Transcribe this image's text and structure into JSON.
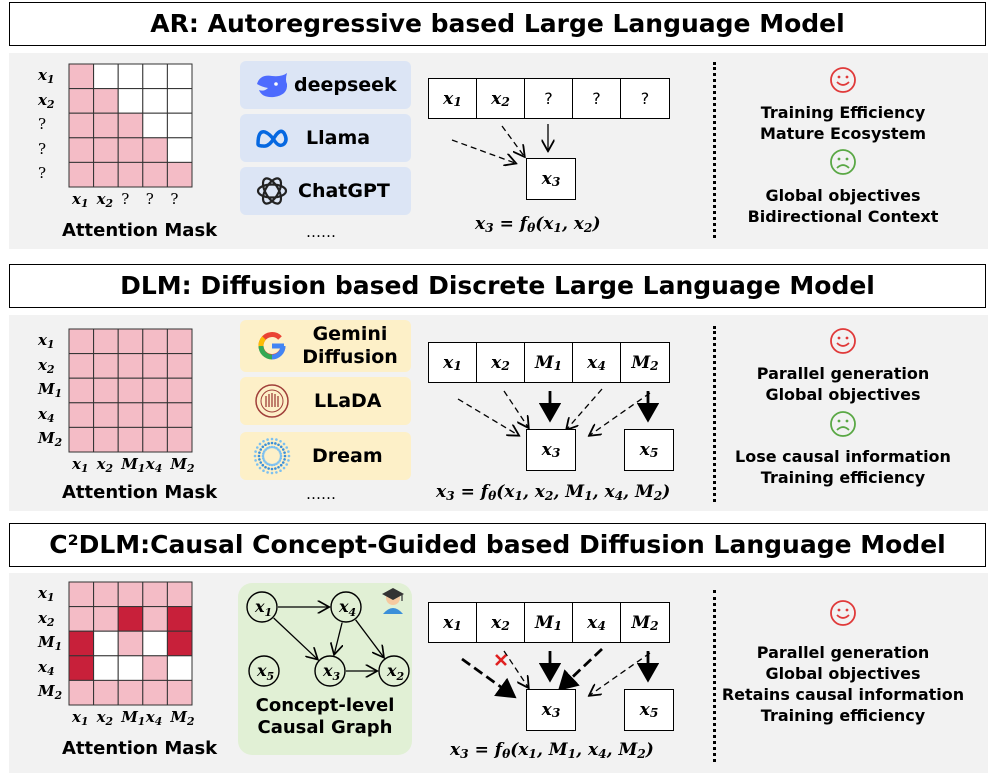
{
  "sections": [
    {
      "title": "AR: Autoregressive based Large Language Model",
      "mask_caption": "Attention Mask",
      "row_labels": [
        "x1",
        "x2",
        "?",
        "?",
        "?"
      ],
      "col_labels": [
        "x1",
        "x2",
        "?",
        "?",
        "?"
      ],
      "models": [
        "deepseek",
        "Llama",
        "ChatGPT"
      ],
      "more": "……",
      "sequence": [
        "x1",
        "x2",
        "?",
        "?",
        "?"
      ],
      "formula": "x3 = fθ(x1, x2)",
      "pros": [
        "Training Efficiency",
        "Mature Ecosystem"
      ],
      "cons": [
        "Global objectives",
        "Bidirectional Context"
      ]
    },
    {
      "title": "DLM: Diffusion based Discrete Large Language Model",
      "mask_caption": "Attention Mask",
      "row_labels": [
        "x1",
        "x2",
        "M1",
        "x4",
        "M2"
      ],
      "col_labels": [
        "x1",
        "x2",
        "M1",
        "x4",
        "M2"
      ],
      "models": [
        "Gemini Diffusion",
        "LLaDA",
        "Dream"
      ],
      "more": "……",
      "sequence": [
        "x1",
        "x2",
        "M1",
        "x4",
        "M2"
      ],
      "formula": "x3 = fθ(x1, x2, M1, x4, M2)",
      "pros": [
        "Parallel generation",
        "Global objectives"
      ],
      "cons": [
        "Lose causal information",
        "Training efficiency"
      ]
    },
    {
      "title": "C²DLM:Causal Concept-Guided  based Diffusion Language Model",
      "mask_caption": "Attention Mask",
      "row_labels": [
        "x1",
        "x2",
        "M1",
        "x4",
        "M2"
      ],
      "col_labels": [
        "x1",
        "x2",
        "M1",
        "x4",
        "M2"
      ],
      "graph_caption": [
        "Concept-level",
        "Causal Graph"
      ],
      "graph_nodes": [
        "x1",
        "x4",
        "x5",
        "x3",
        "x2"
      ],
      "sequence": [
        "x1",
        "x2",
        "M1",
        "x4",
        "M2"
      ],
      "formula": "x3 = fθ(x1, M1, x4, M2)",
      "pros": [
        "Parallel generation",
        "Global objectives",
        "Retains causal information",
        "Training efficiency"
      ]
    }
  ],
  "colors": {
    "pink": "#f4bcc6",
    "red": "#c8203a",
    "smile": "#e03a3a",
    "frown": "#5aa845",
    "model_blue": "#dce5f5",
    "model_yellow": "#fdf0c8",
    "graph_green": "#e1f0d5",
    "panel": "#f2f2f2"
  }
}
